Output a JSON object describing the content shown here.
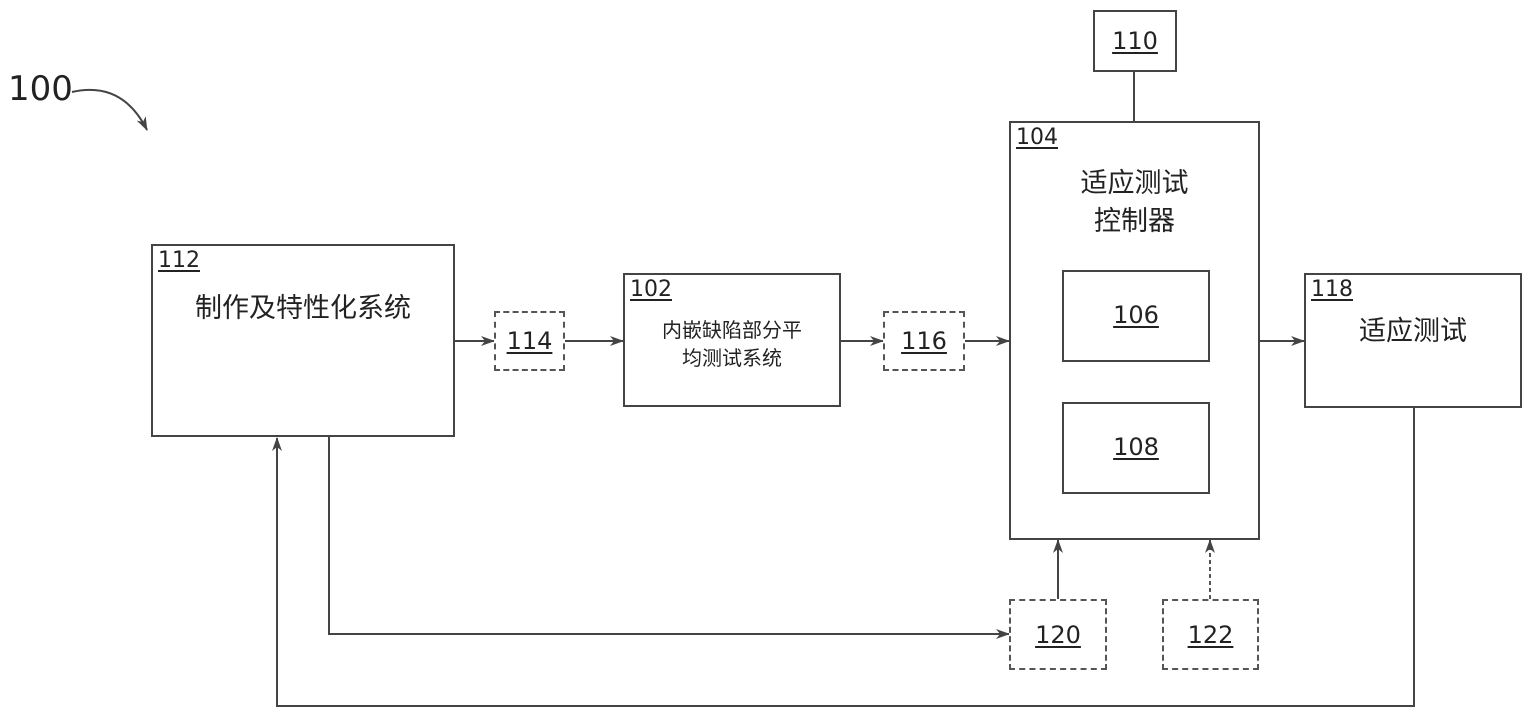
{
  "figure": {
    "number": "100"
  },
  "boxes": {
    "b112": {
      "ref": "112",
      "text": "制作及特性化系统"
    },
    "b114": {
      "ref": "114"
    },
    "b102": {
      "ref": "102",
      "line1": "内嵌缺陷部分平",
      "line2": "均测试系统"
    },
    "b116": {
      "ref": "116"
    },
    "b104": {
      "ref": "104",
      "line1": "适应测试",
      "line2": "控制器"
    },
    "b106": {
      "ref": "106"
    },
    "b108": {
      "ref": "108"
    },
    "b110": {
      "ref": "110"
    },
    "b118": {
      "ref": "118",
      "text": "适应测试"
    },
    "b120": {
      "ref": "120"
    },
    "b122": {
      "ref": "122"
    }
  }
}
